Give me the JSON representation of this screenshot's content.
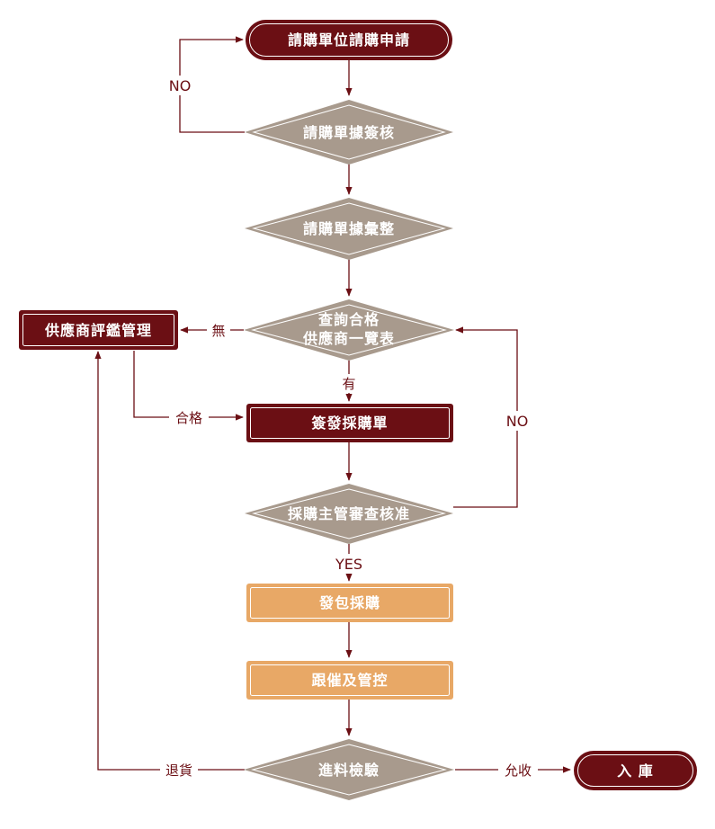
{
  "nodes": {
    "requisition_application": "請購單位請購申請",
    "requisition_review": "請購單據簽核",
    "requisition_consolidate": "請購單據彙整",
    "supplier_check_line1": "查詢合格",
    "supplier_check_line2": "供應商一覽表",
    "supplier_evaluation": "供應商評鑑管理",
    "issue_po": "簽發採購單",
    "manager_approval": "採購主管審查核准",
    "outsource_purchase": "發包採購",
    "follow_up": "跟催及管控",
    "incoming_inspection": "進料檢驗",
    "warehouse_in": "入 庫"
  },
  "edge_labels": {
    "review_no": "NO",
    "none": "無",
    "has": "有",
    "qualified": "合格",
    "approval_no": "NO",
    "yes": "YES",
    "return_goods": "退貨",
    "accepted": "允收"
  },
  "colors": {
    "maroon": "#6b0f14",
    "taupe": "#a89a8d",
    "orange": "#e8a866"
  }
}
